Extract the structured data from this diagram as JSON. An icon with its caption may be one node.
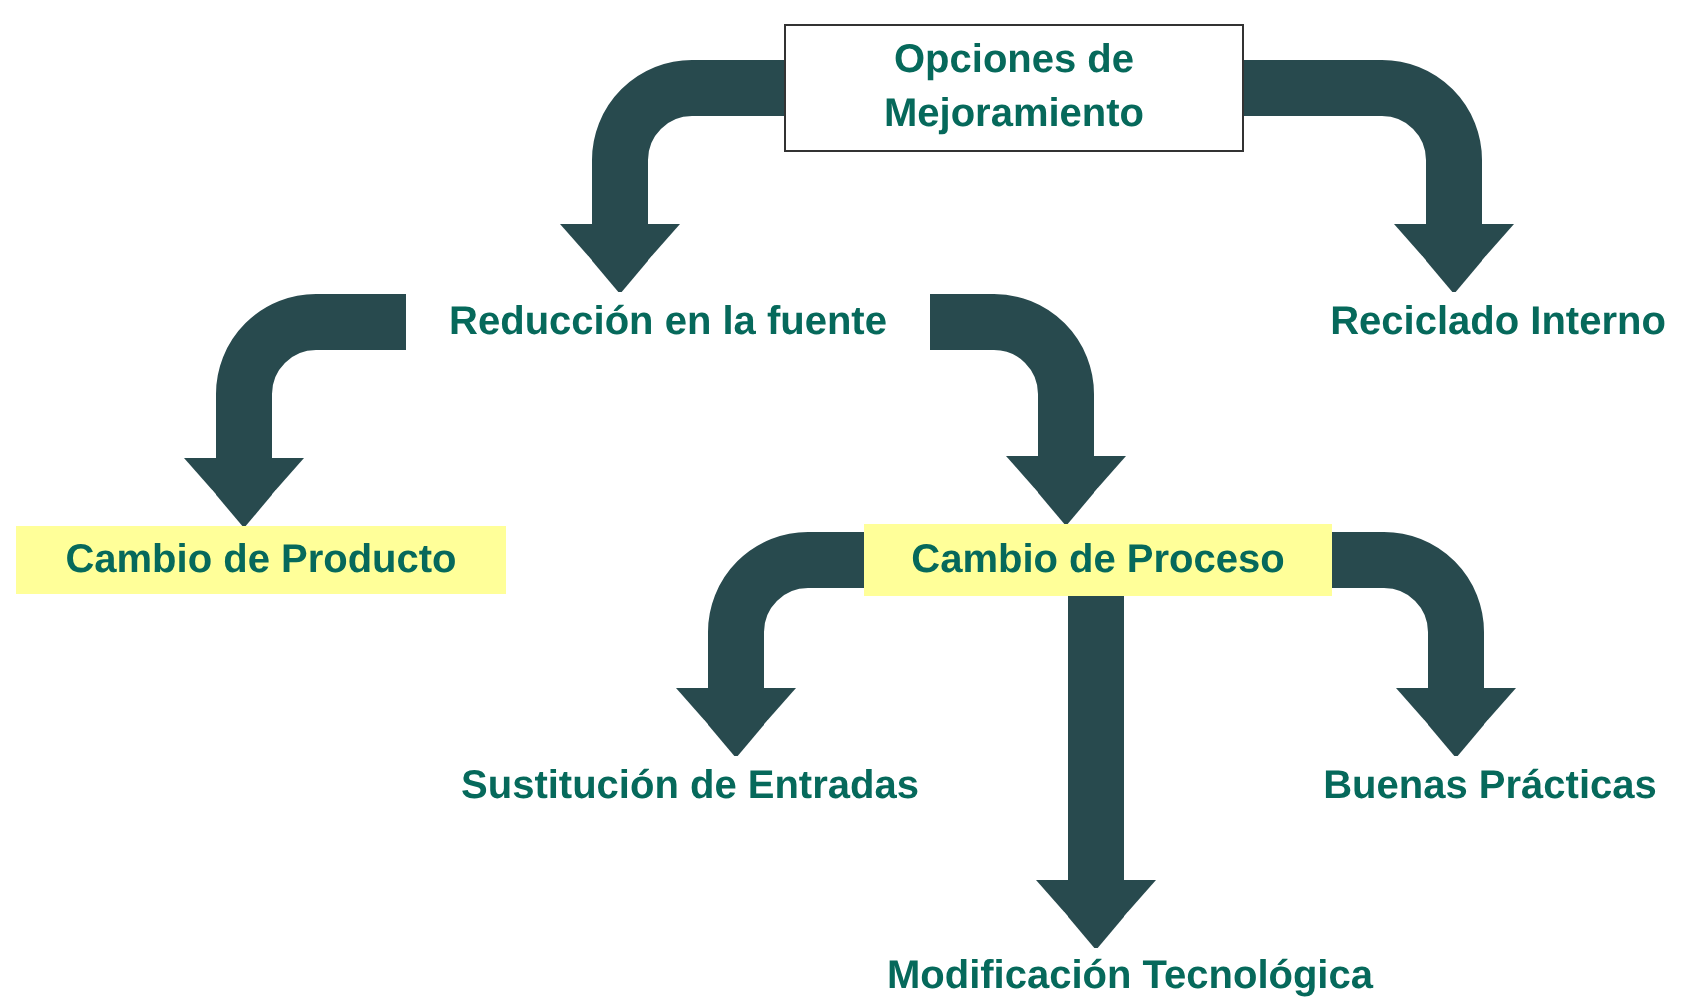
{
  "diagram": {
    "nodes": [
      {
        "text": [
          "Opciones de Mejoramiento"
        ]
      },
      {
        "text": [
          "Reducción en la fuente"
        ]
      },
      {
        "text": [
          "Reciclado Interno"
        ]
      },
      {
        "text": [
          "Cambio de Producto"
        ]
      },
      {
        "text": [
          "Cambio de Proceso"
        ]
      },
      {
        "text": [
          "Sustitución de Entradas"
        ]
      },
      {
        "text": [
          "Buenas Prácticas"
        ]
      },
      {
        "text": [
          "Modificación Tecnológica"
        ]
      }
    ],
    "edges": [
      {
        "from": 0,
        "to": 1,
        "arrow": "to"
      },
      {
        "from": 0,
        "to": 2,
        "arrow": "to"
      },
      {
        "from": 1,
        "to": 3,
        "arrow": "to"
      },
      {
        "from": 1,
        "to": 4,
        "arrow": "to"
      },
      {
        "from": 4,
        "to": 5,
        "arrow": "to"
      },
      {
        "from": 4,
        "to": 6,
        "arrow": "to"
      },
      {
        "from": 4,
        "to": 7,
        "arrow": "to"
      }
    ]
  }
}
